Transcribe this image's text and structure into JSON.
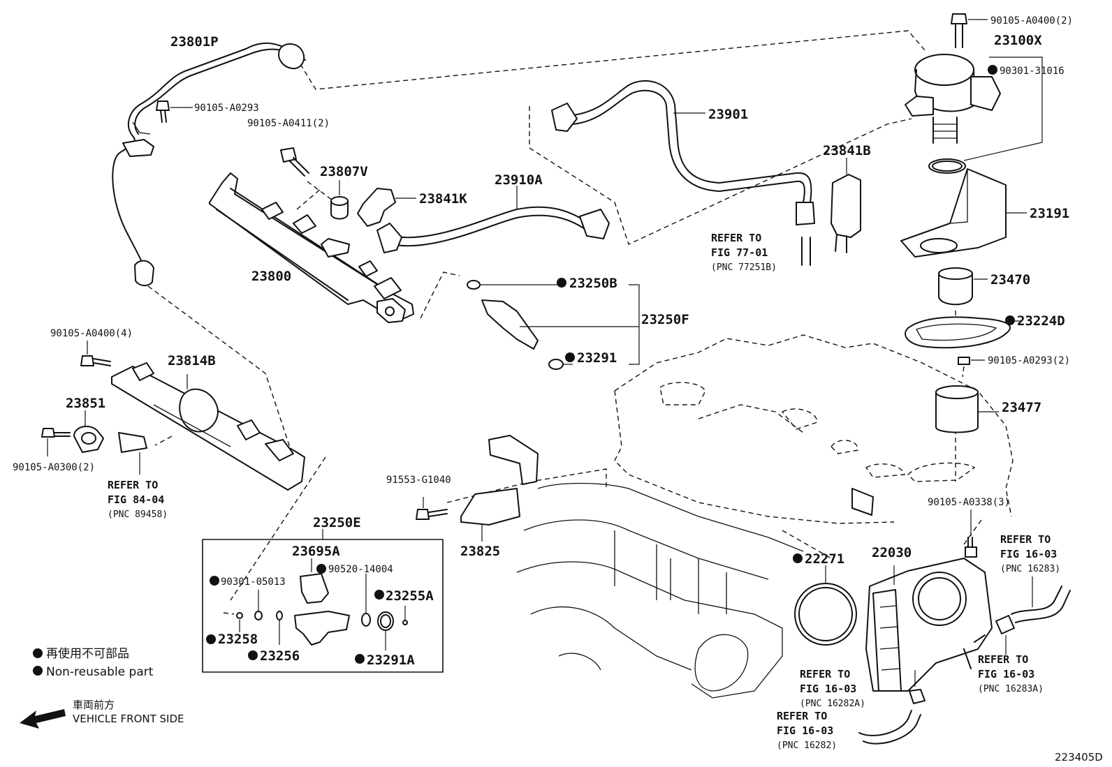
{
  "parts": {
    "p23801P": "23801P",
    "p90105_A0293": "90105-A0293",
    "p90105_A0411": "90105-A0411(2)",
    "p23807V": "23807V",
    "p23841K": "23841K",
    "p23910A": "23910A",
    "p23901": "23901",
    "p23841B": "23841B",
    "p23100X": "23100X",
    "p90105_A0400_2": "90105-A0400(2)",
    "p90301_31016": "90301-31016",
    "p23191": "23191",
    "p23800": "23800",
    "p23250B": "23250B",
    "p23250F": "23250F",
    "p23291": "23291",
    "p23470": "23470",
    "p23224D": "23224D",
    "p90105_A0293_2": "90105-A0293(2)",
    "p23477": "23477",
    "p90105_A0400_4": "90105-A0400(4)",
    "p23814B": "23814B",
    "p23851": "23851",
    "p90105_A0300_2": "90105-A0300(2)",
    "p91553_G1040": "91553-G1040",
    "p23825": "23825",
    "p23250E": "23250E",
    "p23695A": "23695A",
    "p90520_14004": "90520-14004",
    "p90301_05013": "90301-05013",
    "p23255A": "23255A",
    "p23258": "23258",
    "p23256": "23256",
    "p23291A": "23291A",
    "p22271": "22271",
    "p22030": "22030",
    "p90105_A0338": "90105-A0338(3)"
  },
  "references": {
    "refer_to": "REFER TO",
    "fig_77_01": "FIG 77-01",
    "pnc_77251B": "(PNC 77251B)",
    "fig_84_04": "FIG 84-04",
    "pnc_89458": "(PNC 89458)",
    "fig_16_03": "FIG 16-03",
    "pnc_16283": "(PNC 16283)",
    "pnc_16283A": "(PNC 16283A)",
    "pnc_16282A": "(PNC 16282A)",
    "pnc_16282": "(PNC 16282)"
  },
  "legend": {
    "non_reusable_jp": "再使用不可部品",
    "non_reusable_en": "Non-reusable part",
    "front_jp": "車両前方",
    "front_en": "VEHICLE FRONT SIDE"
  },
  "diagram_id": "223405D",
  "colors": {
    "ink": "#111111",
    "background": "#ffffff"
  },
  "icons": {
    "non_reusable_marker": "filled-circle-icon",
    "front_arrow": "left-arrow-icon"
  }
}
